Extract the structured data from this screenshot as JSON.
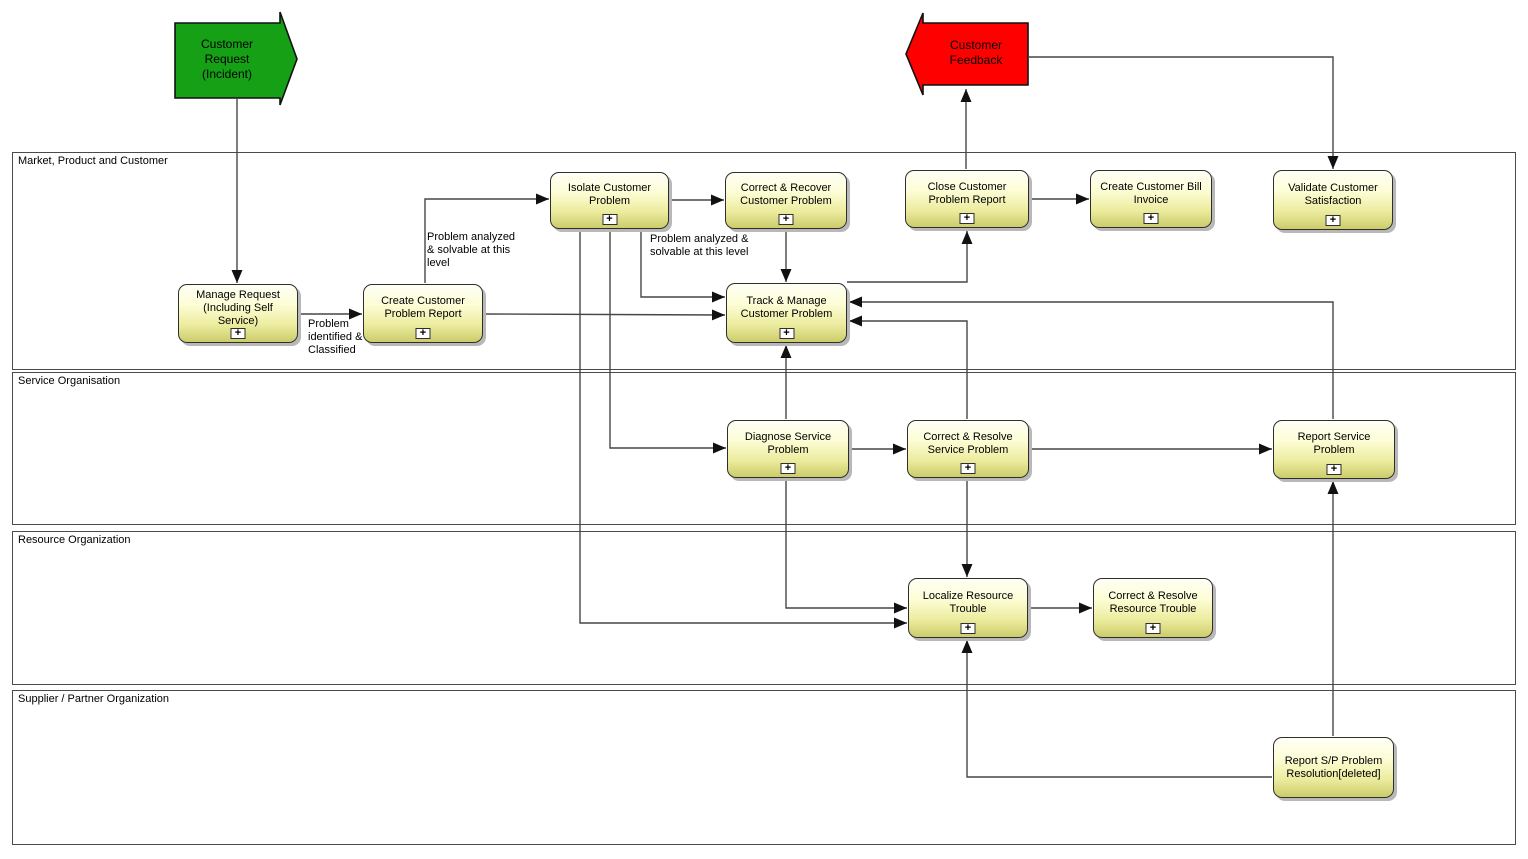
{
  "diagram": {
    "expand_symbol": "+",
    "colors": {
      "background": "#ffffff",
      "box_gradient_top": "#fffff6",
      "box_gradient_bottom": "#cccc6b",
      "box_border": "#2e2e2e",
      "event_request_fill": "#16a016",
      "event_feedback_fill": "#ff0000",
      "connector": "#474747",
      "arrowhead": "#111111",
      "lane_border": "#4a4a4a"
    },
    "events": [
      {
        "id": "customer-request",
        "label": "Customer\nRequest\n(Incident)"
      },
      {
        "id": "customer-feedback",
        "label": "Customer\nFeedback"
      }
    ],
    "lanes": [
      {
        "label": "Market, Product and Customer"
      },
      {
        "label": "Service Organisation"
      },
      {
        "label": "Resource Organization"
      },
      {
        "label": "Supplier / Partner Organization"
      }
    ],
    "boxes": [
      {
        "id": "manage-request",
        "label": "Manage Request (Including Self Service)",
        "lane": "Market, Product and Customer",
        "expandable": true
      },
      {
        "id": "create-customer-problem-report",
        "label": "Create Customer Problem Report",
        "lane": "Market, Product and Customer",
        "expandable": true
      },
      {
        "id": "isolate-customer-problem",
        "label": "Isolate Customer Problem",
        "lane": "Market, Product and Customer",
        "expandable": true
      },
      {
        "id": "correct-recover-customer-problem",
        "label": "Correct & Recover Customer Problem",
        "lane": "Market, Product and Customer",
        "expandable": true
      },
      {
        "id": "close-customer-problem-report",
        "label": "Close Customer Problem Report",
        "lane": "Market, Product and Customer",
        "expandable": true
      },
      {
        "id": "create-customer-bill-invoice",
        "label": "Create Customer Bill Invoice",
        "lane": "Market, Product and Customer",
        "expandable": true
      },
      {
        "id": "validate-customer-satisfaction",
        "label": "Validate Customer Satisfaction",
        "lane": "Market, Product and Customer",
        "expandable": true
      },
      {
        "id": "track-manage-customer-problem",
        "label": "Track & Manage Customer Problem",
        "lane": "Market, Product and Customer",
        "expandable": true
      },
      {
        "id": "diagnose-service-problem",
        "label": "Diagnose Service Problem",
        "lane": "Service Organisation",
        "expandable": true
      },
      {
        "id": "correct-resolve-service-problem",
        "label": "Correct & Resolve Service Problem",
        "lane": "Service Organisation",
        "expandable": true
      },
      {
        "id": "report-service-problem",
        "label": "Report Service Problem",
        "lane": "Service Organisation",
        "expandable": true
      },
      {
        "id": "localize-resource-trouble",
        "label": "Localize Resource Trouble",
        "lane": "Resource Organization",
        "expandable": true
      },
      {
        "id": "correct-resolve-resource-trouble",
        "label": "Correct & Resolve Resource Trouble",
        "lane": "Resource Organization",
        "expandable": true
      },
      {
        "id": "report-sp-problem-resolution",
        "label": "Report S/P Problem Resolution[deleted]",
        "lane": "Supplier / Partner Organization",
        "expandable": false
      }
    ],
    "edge_labels": [
      {
        "text": "Problem identified & Classified"
      },
      {
        "text": "Problem analyzed & solvable at this level"
      },
      {
        "text": "Problem analyzed & solvable at this level"
      }
    ],
    "connections": [
      {
        "from": "customer-request",
        "to": "manage-request"
      },
      {
        "from": "manage-request",
        "to": "create-customer-problem-report",
        "label": "Problem identified & Classified"
      },
      {
        "from": "create-customer-problem-report",
        "to": "isolate-customer-problem",
        "label": "Problem analyzed & solvable at this level"
      },
      {
        "from": "isolate-customer-problem",
        "to": "correct-recover-customer-problem"
      },
      {
        "from": "correct-recover-customer-problem",
        "to": "track-manage-customer-problem"
      },
      {
        "from": "isolate-customer-problem",
        "to": "track-manage-customer-problem",
        "label": "Problem analyzed & solvable at this level"
      },
      {
        "from": "create-customer-problem-report",
        "to": "track-manage-customer-problem"
      },
      {
        "from": "track-manage-customer-problem",
        "to": "close-customer-problem-report"
      },
      {
        "from": "close-customer-problem-report",
        "to": "customer-feedback"
      },
      {
        "from": "customer-feedback",
        "to": "validate-customer-satisfaction"
      },
      {
        "from": "close-customer-problem-report",
        "to": "create-customer-bill-invoice"
      },
      {
        "from": "report-service-problem",
        "to": "track-manage-customer-problem"
      },
      {
        "from": "correct-resolve-service-problem",
        "to": "track-manage-customer-problem"
      },
      {
        "from": "diagnose-service-problem",
        "to": "track-manage-customer-problem"
      },
      {
        "from": "isolate-customer-problem",
        "to": "diagnose-service-problem"
      },
      {
        "from": "diagnose-service-problem",
        "to": "correct-resolve-service-problem"
      },
      {
        "from": "correct-resolve-service-problem",
        "to": "report-service-problem"
      },
      {
        "from": "correct-resolve-service-problem",
        "to": "localize-resource-trouble"
      },
      {
        "from": "diagnose-service-problem",
        "to": "localize-resource-trouble"
      },
      {
        "from": "isolate-customer-problem",
        "to": "localize-resource-trouble"
      },
      {
        "from": "localize-resource-trouble",
        "to": "correct-resolve-resource-trouble"
      },
      {
        "from": "report-sp-problem-resolution",
        "to": "localize-resource-trouble"
      },
      {
        "from": "report-sp-problem-resolution",
        "to": "report-service-problem"
      }
    ]
  }
}
